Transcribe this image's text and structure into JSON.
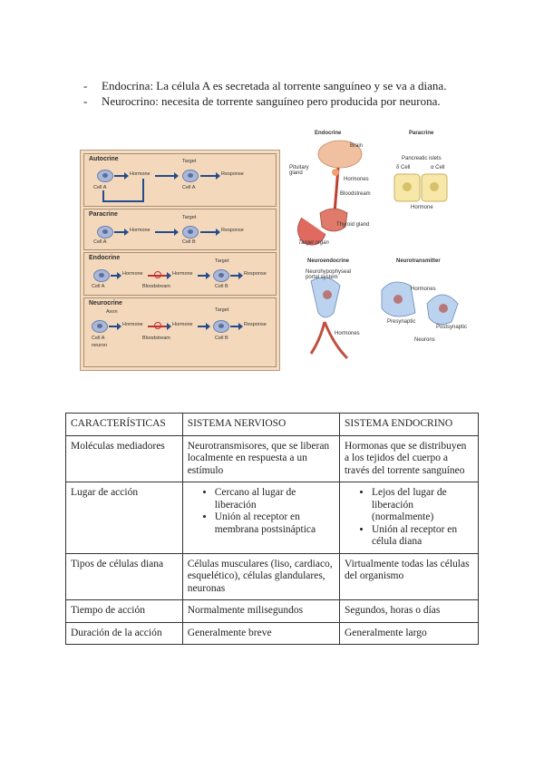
{
  "bullets": [
    {
      "dash": "-",
      "text": "Endocrina: La célula A  es secretada al torrente sanguíneo y se va a diana."
    },
    {
      "dash": "-",
      "text": "Neurocrino: necesita de torrente sanguíneo pero producida por neurona."
    }
  ],
  "figure_left": {
    "panels": [
      {
        "title": "Autocrine",
        "labels": {
          "cell_a": "Cell A",
          "hormone": "Hormone",
          "target": "Target",
          "cell_target": "Cell A",
          "response": "Response"
        }
      },
      {
        "title": "Paracrine",
        "labels": {
          "cell_a": "Cell A",
          "hormone": "Hormone",
          "target": "Target",
          "cell_target": "Cell B",
          "response": "Response"
        }
      },
      {
        "title": "Endocrine",
        "labels": {
          "cell_a": "Cell A",
          "hormone1": "Hormone",
          "bloodstream": "Bloodstream",
          "hormone2": "Hormone",
          "target": "Target",
          "cell_target": "Cell B",
          "response": "Response"
        }
      },
      {
        "title": "Neurocrine",
        "labels": {
          "axon": "Axon",
          "cell_a": "Cell A",
          "neuron": "neuron",
          "hormone1": "Hormone",
          "bloodstream": "Bloodstream",
          "hormone2": "Hormone",
          "target": "Target",
          "cell_target": "Cell B",
          "response": "Response"
        }
      }
    ]
  },
  "figure_right": {
    "endocrine": {
      "title": "Endocrine",
      "brain": "Brain",
      "pituitary": "Pituitary gland",
      "hormones": "Hormones",
      "bloodstream": "Bloodstream",
      "thyroid": "Thyroid gland",
      "target_organ": "Target organ"
    },
    "paracrine": {
      "title": "Paracrine",
      "islets": "Pancreatic islets",
      "delta": "δ Cell",
      "alpha": "α Cell",
      "hormone": "Hormone"
    },
    "neuroendocrine": {
      "title": "Neuroendocrine",
      "portal": "Neurohypophyseal portal system",
      "hormones": "Hormones"
    },
    "neurotransmitter": {
      "title": "Neurotransmitter",
      "hormones": "Hormones",
      "presynaptic": "Presynaptic",
      "postsynaptic": "Postsynaptic",
      "neurons": "Neurons"
    }
  },
  "table": {
    "headers": [
      "CARACTERÍSTICAS",
      "SISTEMA NERVIOSO",
      "SISTEMA ENDOCRINO"
    ],
    "rows": [
      {
        "label": "Moléculas mediadores",
        "nervioso": "Neurotransmisores, que se liberan localmente en respuesta a un estímulo",
        "endocrino": "Hormonas que se distribuyen a los tejidos del cuerpo a través del torrente sanguíneo"
      },
      {
        "label": "Lugar de acción",
        "nervioso_list": [
          "Cercano al lugar de liberación",
          "Unión al receptor en membrana postsináptica"
        ],
        "endocrino_list": [
          "Lejos del lugar de liberación (normalmente)",
          "Unión al receptor en célula diana"
        ]
      },
      {
        "label": "Tipos de células diana",
        "nervioso": "Células musculares (liso, cardiaco, esquelético), células glandulares, neuronas",
        "endocrino": "Virtualmente todas las células del organismo"
      },
      {
        "label": "Tiempo de acción",
        "nervioso": "Normalmente milisegundos",
        "endocrino": "Segundos, horas o días"
      },
      {
        "label": "Duración de la acción",
        "nervioso": "Generalmente breve",
        "endocrino": "Generalmente largo"
      }
    ]
  }
}
